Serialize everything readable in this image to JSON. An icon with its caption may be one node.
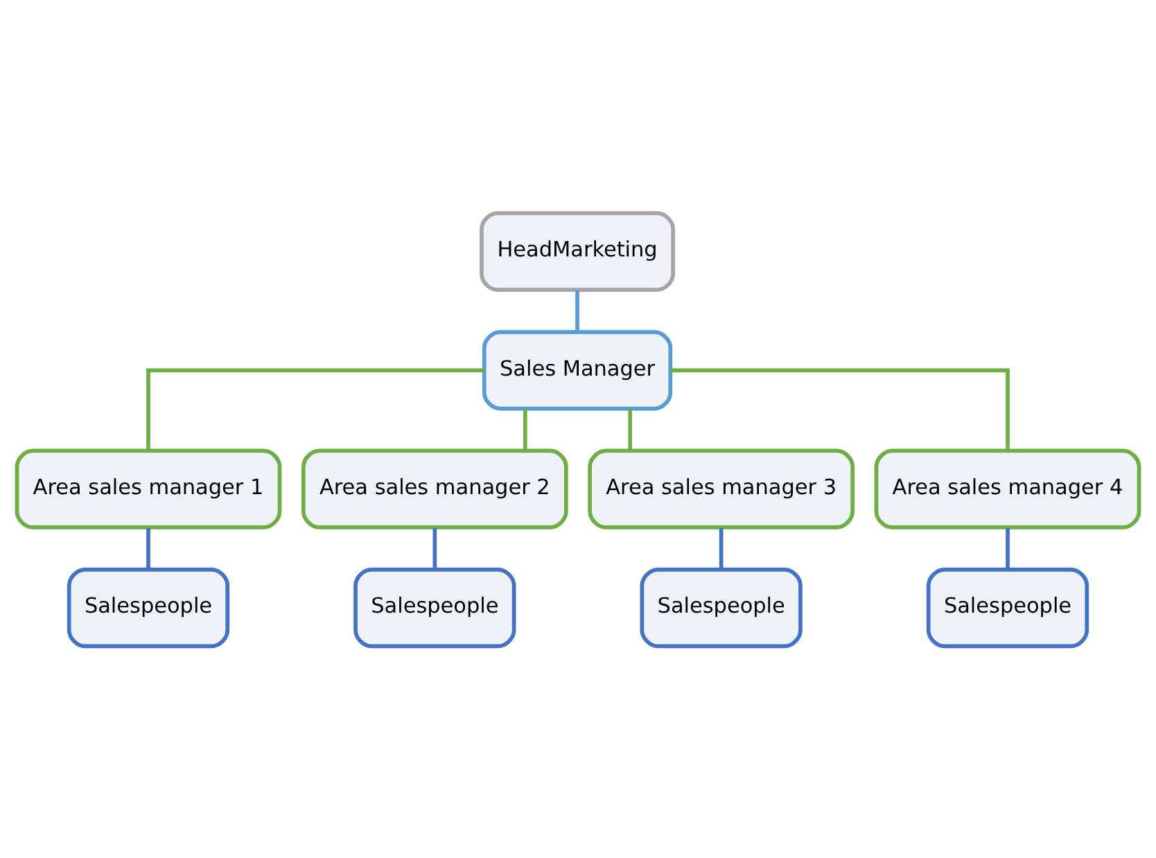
{
  "diagram": {
    "nodes": [
      {
        "text": [
          "HeadMarketing"
        ]
      },
      {
        "text": [
          "Sales Manager"
        ]
      },
      {
        "text": [
          "Area sales manager 1"
        ]
      },
      {
        "text": [
          "Area sales manager 2"
        ]
      },
      {
        "text": [
          "Area sales manager 3"
        ]
      },
      {
        "text": [
          "Area sales manager 4"
        ]
      },
      {
        "text": [
          "Salespeople"
        ]
      },
      {
        "text": [
          "Salespeople"
        ]
      },
      {
        "text": [
          "Salespeople"
        ]
      },
      {
        "text": [
          "Salespeople"
        ]
      }
    ],
    "edges": [
      {
        "from": 0,
        "to": 1,
        "arrow": "none",
        "color": "#5b9bd5"
      },
      {
        "from": 1,
        "to": 2,
        "arrow": "none",
        "color": "#70ad47"
      },
      {
        "from": 1,
        "to": 3,
        "arrow": "none",
        "color": "#70ad47"
      },
      {
        "from": 1,
        "to": 4,
        "arrow": "none",
        "color": "#70ad47"
      },
      {
        "from": 1,
        "to": 5,
        "arrow": "none",
        "color": "#70ad47"
      },
      {
        "from": 2,
        "to": 6,
        "arrow": "none",
        "color": "#4472c4"
      },
      {
        "from": 3,
        "to": 7,
        "arrow": "none",
        "color": "#4472c4"
      },
      {
        "from": 4,
        "to": 8,
        "arrow": "none",
        "color": "#4472c4"
      },
      {
        "from": 5,
        "to": 9,
        "arrow": "none",
        "color": "#4472c4"
      }
    ]
  }
}
